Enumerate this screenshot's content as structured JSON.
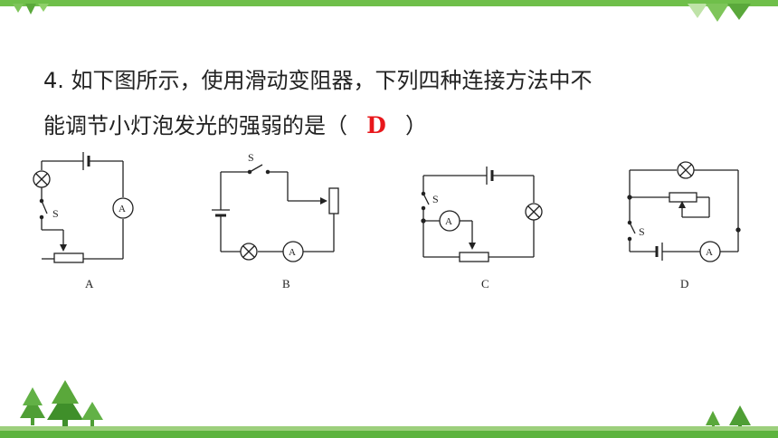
{
  "question": {
    "line1": "4. 如下图所示，使用滑动变阻器，下列四种连接方法中不",
    "line2_prefix": "能调节小灯泡发光的强弱的是（",
    "answer": "D",
    "line2_suffix": "）"
  },
  "circuits": [
    {
      "label": "A",
      "switch_label": "S",
      "ammeter_label": "A"
    },
    {
      "label": "B",
      "switch_label": "S",
      "ammeter_label": "A"
    },
    {
      "label": "C",
      "switch_label": "S",
      "ammeter_label": "A"
    },
    {
      "label": "D",
      "switch_label": "S",
      "ammeter_label": "A"
    }
  ],
  "colors": {
    "answer": "#e8171b",
    "accent_green": "#6fbf4a"
  }
}
